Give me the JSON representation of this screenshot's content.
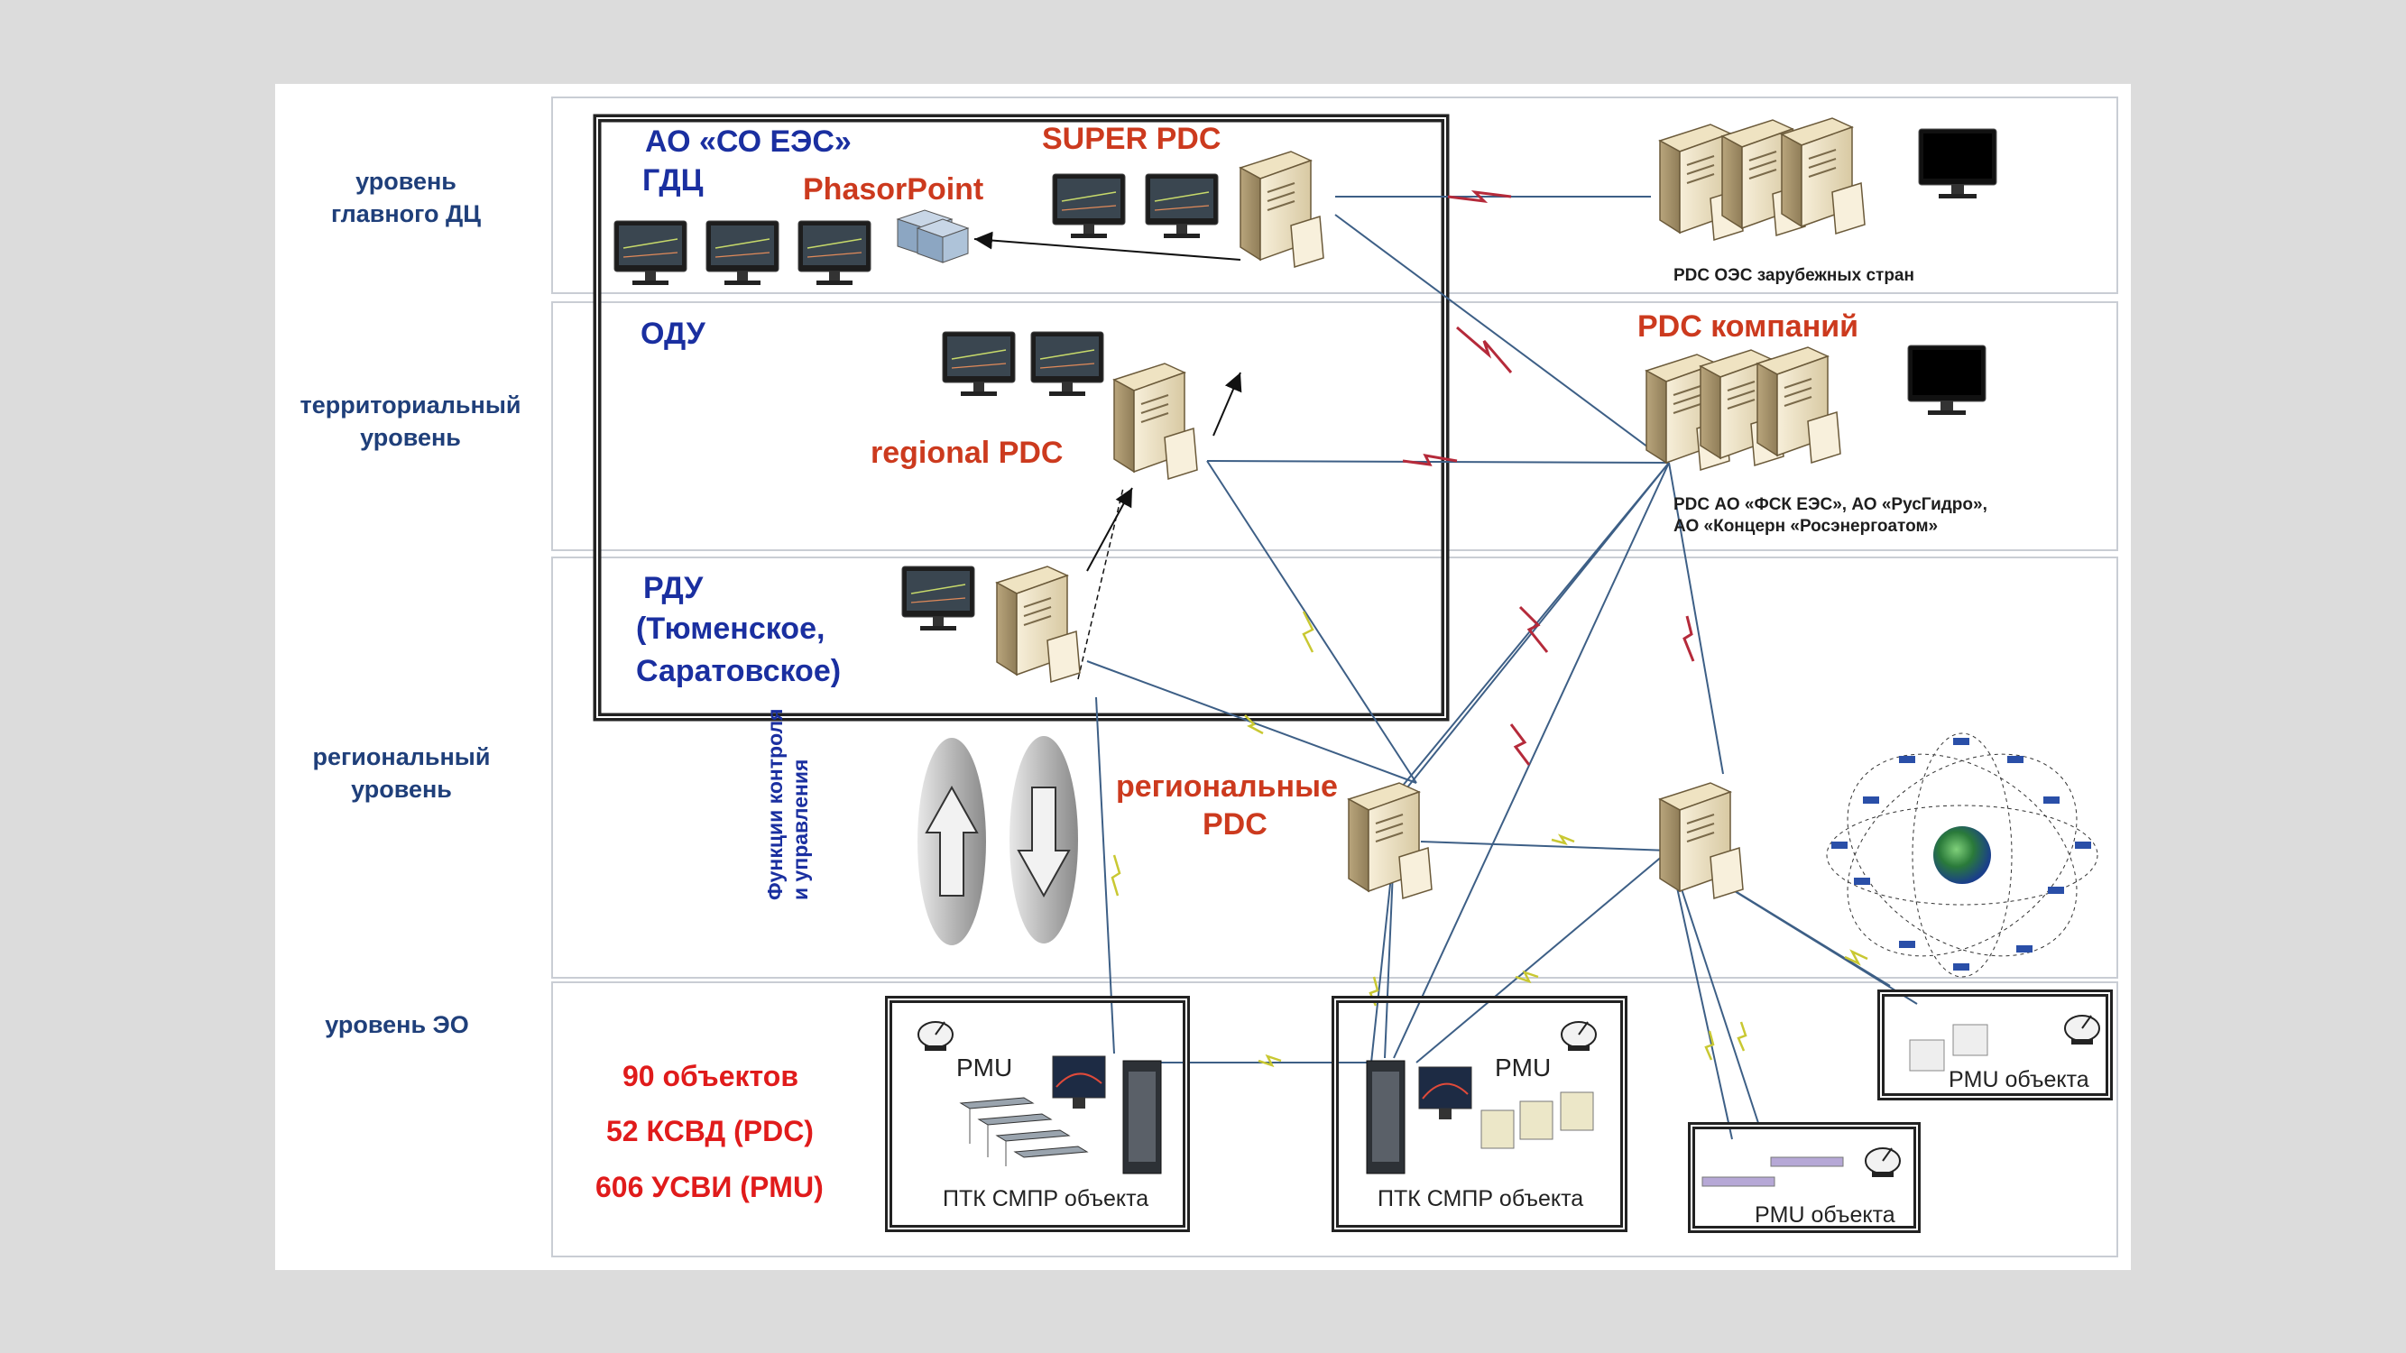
{
  "levels": {
    "main_dc": "уровень\nглавного ДЦ",
    "territorial": "территориальный\nуровень",
    "regional": "региональный\nуровень",
    "eo": "уровень ЭО"
  },
  "dispatch": {
    "org_title": "АО «СО ЕЭС»",
    "gdc": "ГДЦ",
    "super_pdc": "SUPER  PDC",
    "phasorpoint": "PhasorPoint",
    "odu": "ОДУ",
    "regional_pdc": "regional  PDC",
    "rdu_line1": "РДУ",
    "rdu_line2": "(Тюменское,",
    "rdu_line3": "Саратовское)"
  },
  "external": {
    "foreign_pdc_caption": "PDC ОЭС зарубежных стран",
    "companies_title": "PDC компаний",
    "companies_caption_line1": "PDC АО «ФСК ЕЭС», АО «РусГидро»,",
    "companies_caption_line2": "АО «Концерн «Росэнергоатом»"
  },
  "regional": {
    "title_line1": "региональные",
    "title_line2": "PDC",
    "control_functions_line1": "Функции контроля",
    "control_functions_line2": "и управления"
  },
  "objects": {
    "stats": [
      "90 объектов",
      "52 КСВД (PDC)",
      "606 УСВИ (PMU)"
    ],
    "ptk1_pmu": "PMU",
    "ptk1_caption": "ПТК СМПР объекта",
    "ptk2_pmu": "PMU",
    "ptk2_caption": "ПТК СМПР объекта",
    "pmu_obj1": "PMU объекта",
    "pmu_obj2": "PMU объекта"
  },
  "colors": {
    "org_text": "#1a2fa0",
    "pdc_text": "#cc3a1e",
    "stats_text": "#e01b1b",
    "link_line": "#3d5f86",
    "wan_red": "#b52a3a",
    "wan_green": "#d8d62a"
  }
}
